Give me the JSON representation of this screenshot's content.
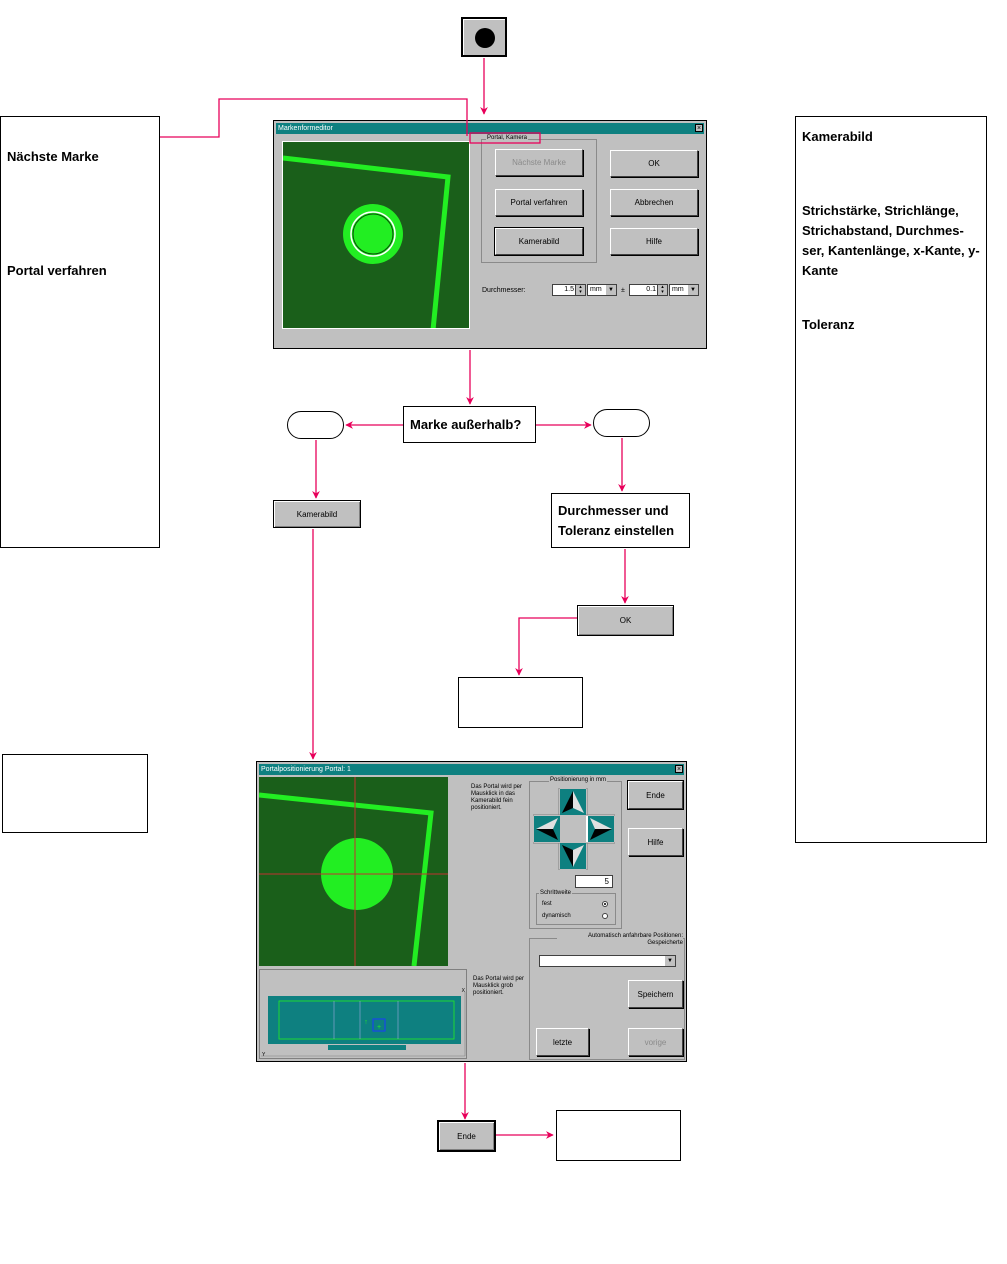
{
  "notes": {
    "left": {
      "line1": "Nächste Marke",
      "line2": "Portal verfahren"
    },
    "right": {
      "line1": "Kamerabild",
      "line2": "Strichstärke, Strichlänge, Strichabstand, Durchmes- ser, Kantenlänge, x-Kante, y-Kante",
      "line3": "Toleranz"
    }
  },
  "marker_editor": {
    "title": "Markenformeditor",
    "group_label": "Portal, Kamera",
    "buttons": {
      "naechste_marke": "Nächste Marke",
      "portal_verfahren": "Portal verfahren",
      "kamerabild": "Kamerabild",
      "ok": "OK",
      "abbrechen": "Abbrechen",
      "hilfe": "Hilfe"
    },
    "diameter": {
      "label": "Durchmesser:",
      "value": "1.5",
      "unit": "mm",
      "plusminus": "±",
      "tolerance": "0.1",
      "tolerance_unit": "mm"
    }
  },
  "flow": {
    "decision": "Marke außerhalb?",
    "kamerabild_button": "Kamerabild",
    "set_values": "Durchmesser und Toleranz einstellen",
    "ok_button": "OK",
    "ende_button": "Ende"
  },
  "portal_window": {
    "title": "Portalpositionierung Portal: 1",
    "fine_text": "Das Portal wird per Mausklick in das Kamerabild fein positioniert.",
    "coarse_text": "Das Portal wird per Mausklick grob positioniert.",
    "positioning_label": "Positionierung in mm",
    "step_value": "5",
    "step_group": "Schrittweite",
    "fest": "fest",
    "dynamisch": "dynamisch",
    "auto_label": "Automatisch anfahrbare Positionen: Gespeicherte",
    "buttons": {
      "ende": "Ende",
      "hilfe": "Hilfe",
      "speichern": "Speichern",
      "letzte": "letzte",
      "vorige": "vorige"
    },
    "axis_x": "X",
    "axis_y": "Y"
  },
  "colors": {
    "arrow": "#e8005a",
    "titlebar": "#0e8080",
    "camera_green": "#1a5f1a",
    "marker_green": "#22ee22"
  }
}
